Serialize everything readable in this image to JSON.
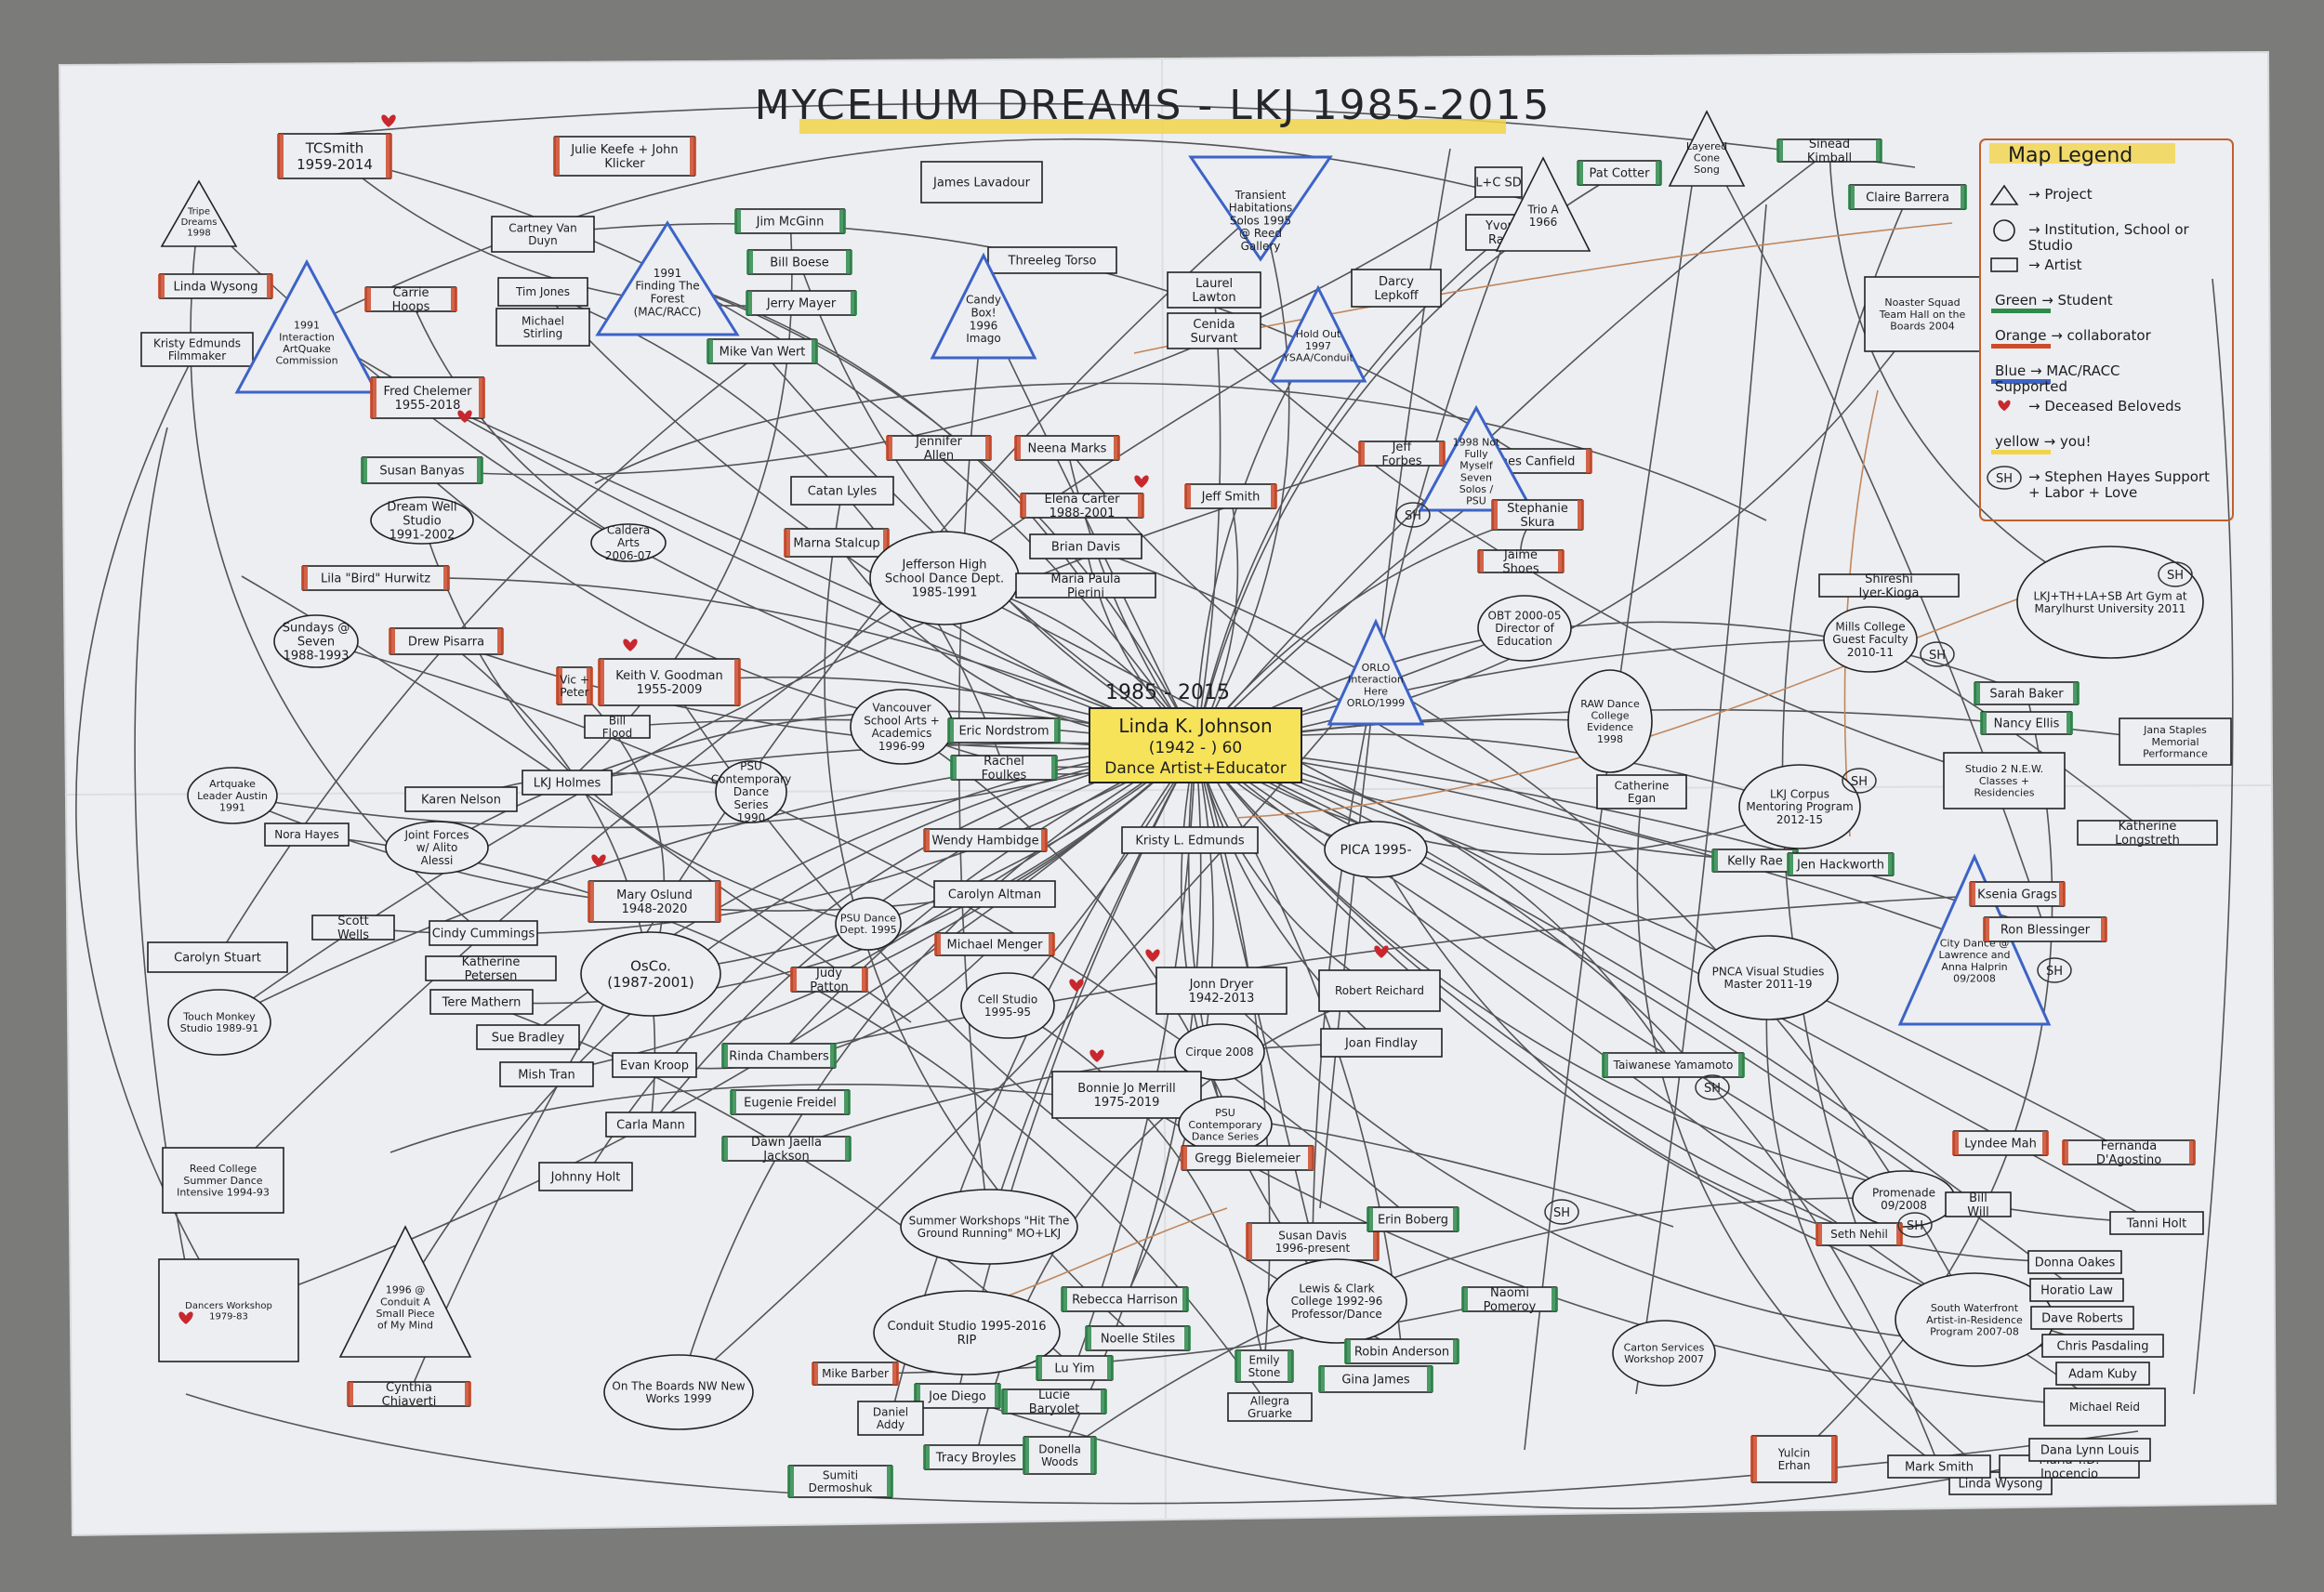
{
  "title": "MYCELIUM DREAMS - LKJ 1985-2015",
  "center": {
    "years": "1985 - 2015",
    "name": "Linda K. Johnson",
    "dates": "(1942 - ) 60",
    "role": "Dance Artist+Educator"
  },
  "legend": {
    "heading": "Map Legend",
    "items": [
      {
        "symbol": "triangle",
        "label": "→ Project"
      },
      {
        "symbol": "circle",
        "label": "→ Institution, School or Studio"
      },
      {
        "symbol": "rect",
        "label": "→ Artist"
      },
      {
        "symbol": "green",
        "label": "Green → Student"
      },
      {
        "symbol": "orange",
        "label": "Orange → collaborator"
      },
      {
        "symbol": "blue",
        "label": "Blue → MAC/RACC Supported"
      },
      {
        "symbol": "heart",
        "label": "→ Deceased Beloveds"
      },
      {
        "symbol": "yellow",
        "label": "yellow → you!"
      },
      {
        "symbol": "sh",
        "label": "→ Stephen Hayes Support + Labor + Love"
      }
    ],
    "sh": "SH"
  },
  "colors": {
    "paper": "#eceef1",
    "ink": "#1d1d1f",
    "green": "#2f8a4c",
    "orange": "#cf4a2a",
    "blue": "#3d63c7",
    "heart": "#c8272e",
    "yellow": "#f2d44a",
    "tan": "#b46a34"
  },
  "nodes": {
    "tcsmith": "TCSmith 1959-2014",
    "julie": "Julie Keefe + John Klicker",
    "transient": "Transient Habitations Solos 1995 @ Reed Gallery",
    "ltc": "L+C SD",
    "patcotter": "Pat Cotter",
    "conesong": "Layered Cone Song",
    "kimball": "Sinead Kimball",
    "james": "James Lavadour",
    "forest": "1991 Finding The Forest (MAC/RACC)",
    "jim": "Jim McGinn",
    "bill": "Bill Boese",
    "jerry": "Jerry Mayer",
    "mike": "Mike Van Wert",
    "threeleg": "Threeleg Torso",
    "candy": "Candy Box! 1996 Imago",
    "wynne": "Yvonne Rainer",
    "laurel": "Laurel Lawton",
    "cenida": "Cenida Survant",
    "holdout": "Hold Out 1997 YSAA/Conduit",
    "darcy": "Darcy Lepkoff",
    "trio": "Trio A 1966",
    "claire": "Claire Barrera",
    "noaster": "Noaster Squad Team Hall on the Boards 2004",
    "kristy": "Kristy Edmunds Filmmaker",
    "artquake": "1991 Interaction ArtQuake Commission",
    "lindaw": "Linda Wysong",
    "tripe": "Tripe Dreams 1998",
    "carrie": "Carrie Hoops",
    "fred": "Fred Chelemer 1955-2018",
    "cartney": "Cartney Van Duyn",
    "tim": "Tim Jones",
    "michael": "Michael Stirling",
    "susan": "Susan Banyas",
    "dreamwell": "Dream Well Studio 1991-2002",
    "lila": "Lila \"Bird\" Hurwitz",
    "sundays": "Sundays @ Seven 1988-1993",
    "drew": "Drew Pisarra",
    "jennifer": "Jennifer Allen",
    "neena": "Neena Marks",
    "catan": "Catan Lyles",
    "marna": "Marna Stalcup",
    "caldera": "Caldera Arts 2006-07",
    "jefferson": "Jefferson High School Dance Dept. 1985-1991",
    "elena": "Elena Carter 1988-2001",
    "brian": "Brian Davis",
    "maria": "Maria Paula Pierini",
    "jeff": "Jeff Smith",
    "jeffforbes": "Jeff Forbes",
    "jamesc": "James Canfield",
    "notfully": "1998 Not Fully Myself Seven Solos / PSU",
    "stephanie": "Stephanie Skura",
    "jaime": "Jaime Shoes",
    "obt": "OBT 2000-05 Director of Education",
    "artgym": "LKJ+TH+LA+SB Art Gym at Marylhurst University 2011",
    "mills": "Mills College Guest Faculty 2010-11",
    "shireshi": "Shireshi Iyer-Kioga",
    "keithv": "Keith V. Goodman 1955-2009",
    "vic": "Vic + Peter",
    "billflood": "Bill Flood",
    "psuconted": "PSU Contemporary Dance Series 1990",
    "vancouver": "Vancouver School Arts + Academics 1996-99",
    "eric": "Eric Nordstrom",
    "rachel": "Rachel Foulkes",
    "orlo": "ORLO Interaction Here ORLO/1999",
    "raw": "RAW Dance College Evidence 1998",
    "catherine": "Catherine Egan",
    "sarah": "Sarah Baker",
    "nancy": "Nancy Ellis",
    "corpus": "LKJ Corpus Mentoring Program 2012-15",
    "studio": "Studio 2 N.E.W. Classes + Residencies",
    "artgym2": "Jana Staples Memorial Performance",
    "katherinel": "Katherine Longstreth",
    "kelly": "Kelly Rae",
    "jen": "Jen Hackworth",
    "lkjholmes": "LKJ Holmes",
    "karen": "Karen Nelson",
    "jointforces": "Joint Forces w/ Alito Alessi",
    "nora": "Nora Hayes",
    "artquake2": "Artquake Leader Austin 1991",
    "wendy": "Wendy Hambidge",
    "carolyn": "Carolyn Altman",
    "michaelm": "Michael Menger",
    "judy": "Judy Patton",
    "psudance": "PSU Dance Dept. 1995",
    "cell": "Cell Studio 1995-95",
    "kristyl": "Kristy L. Edmunds",
    "pica": "PICA 1995-",
    "pnca": "PNCA Visual Studies Master 2011-19",
    "rmidmoon": "City Dance @ Lawrence and Anna Halprin 09/2008",
    "ksenia": "Ksenia Grags",
    "ron": "Ron Blessinger",
    "maryoslund": "Mary Oslund 1948-2020",
    "osco": "OsCo. (1987-2001)",
    "cindy": "Cindy Cummings",
    "scott": "Scott Wells",
    "carolyns": "Carolyn Stuart",
    "touchmonkey": "Touch Monkey Studio 1989-91",
    "katherinep": "Katherine Petersen",
    "tere": "Tere Mathern",
    "sue": "Sue Bradley",
    "mish": "Mish Tran",
    "evan": "Evan Kroop",
    "rinda": "Rinda Chambers",
    "eugenie": "Eugenie Freidel",
    "carla": "Carla Mann",
    "dawn": "Dawn Jaella Jackson",
    "johnholt": "Johnny Holt",
    "jonndryer": "Jonn Dryer 1942-2013",
    "robert": "Robert Reichard",
    "cirque": "Cirque 2008",
    "joanf": "Joan Findlay",
    "bonnie": "Bonnie Jo Merrill 1975-2019",
    "psuconseries": "PSU Contemporary Dance Series",
    "gregg": "Gregg Bielemeier",
    "summer": "Summer Workshops \"Hit The Ground Running\" MO+LKJ",
    "conduit": "Conduit Studio 1995-2016 RIP",
    "susan2": "Susan Davis 1996-present",
    "erin": "Erin Boberg",
    "lewis": "Lewis & Clark College 1992-96 Professor/Dance",
    "naomi": "Naomi Pomeroy",
    "robin": "Robin Anderson",
    "gina": "Gina James",
    "emily": "Emily Stone",
    "allegra": "Allegra Gruarke",
    "rebecca": "Rebecca Harrison",
    "noelle": "Noelle Stiles",
    "luyim": "Lu Yim",
    "lucie": "Lucie Baryolet",
    "joediego": "Joe Diego",
    "mike2": "Mike Barber",
    "daniel": "Daniel Addy",
    "tracy": "Tracy Broyles",
    "donella": "Donella Woods",
    "sumiti": "Sumiti Dermoshuk",
    "onboards": "On The Boards NW New Works 1999",
    "cynthia": "Cynthia Chiaverti",
    "pomes": "1996 @ Conduit A Small Piece of My Mind",
    "reedsummer": "Reed College Summer Dance Intensive 1994-93",
    "dancersworkshop": "Dancers Workshop 1979-83",
    "carton": "Carton Services Workshop 2007",
    "promenade": "Promenade 09/2008",
    "southwater": "South Waterfront Artist-in-Residence Program 2007-08",
    "billwill": "Bill Will",
    "linda2": "Linda Wysong",
    "marksmith": "Mark Smith",
    "mariat": "Maria T.D. Inocencio",
    "tanni": "Tanni Holt",
    "donna": "Donna Oakes",
    "horatio": "Horatio Law",
    "davida": "Dave Roberts",
    "chris": "Chris Pasdaling",
    "adam": "Adam Kuby",
    "michaelr": "Michael Reid",
    "danalynn": "Dana Lynn Louis",
    "fernanda": "Fernanda D'Agostino",
    "yulcin": "Yulcin Erhan",
    "tamaroz": "Taiwanese Yamamoto",
    "lyndee": "Lyndee Mah",
    "seth": "Seth Nehil",
    "sh": "SH"
  }
}
